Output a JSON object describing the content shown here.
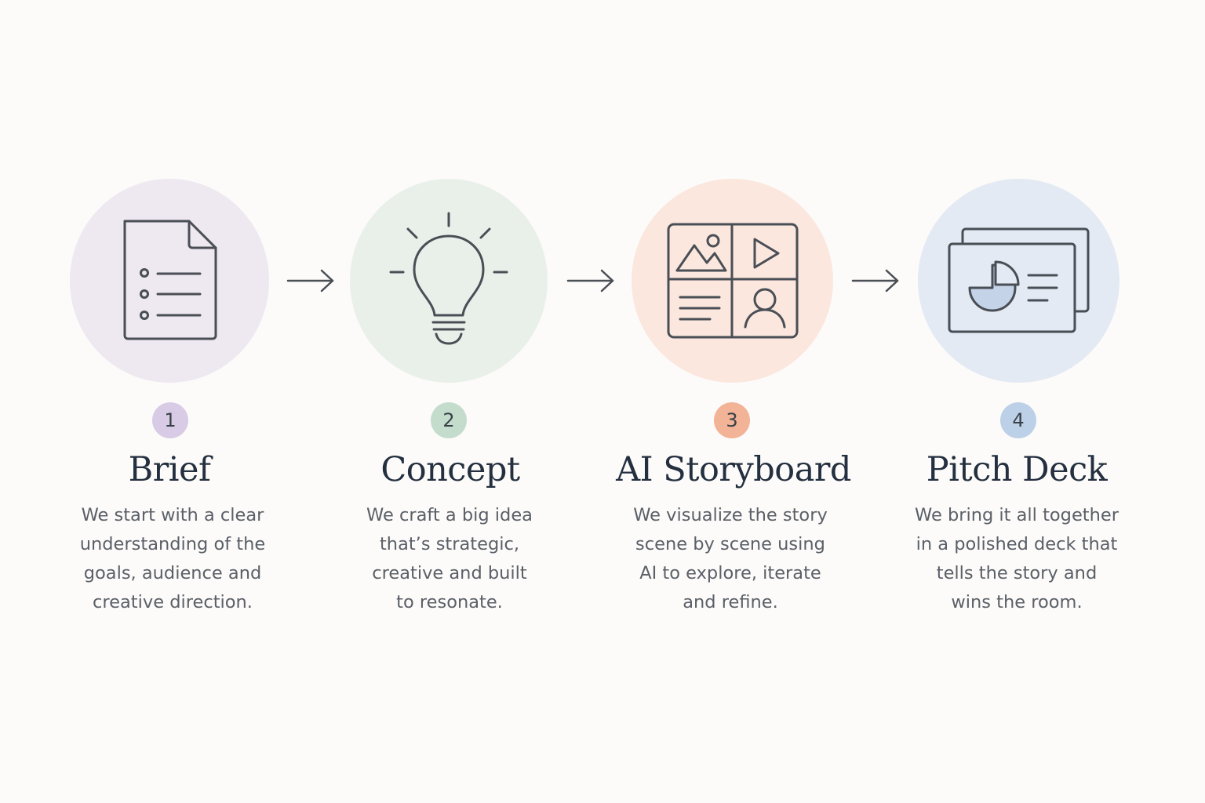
{
  "steps": [
    {
      "number": "1",
      "title": "Brief",
      "description_lines": [
        "We start with a clear",
        "understanding of the",
        "goals, audience and",
        "creative direction."
      ],
      "icon": "document-list-icon",
      "circle_color": "#eee8f1",
      "badge_color": "#d8cbe6"
    },
    {
      "number": "2",
      "title": "Concept",
      "description_lines": [
        "We craft a big idea",
        "that’s strategic,",
        "creative and built",
        "to resonate."
      ],
      "icon": "lightbulb-icon",
      "circle_color": "#e9f0ea",
      "badge_color": "#c3dccc"
    },
    {
      "number": "3",
      "title": "AI Storyboard",
      "description_lines": [
        "We visualize the story",
        "scene by scene using",
        "AI to explore, iterate",
        "and refine."
      ],
      "icon": "storyboard-grid-icon",
      "circle_color": "#fbe7de",
      "badge_color": "#f2b397"
    },
    {
      "number": "4",
      "title": "Pitch Deck",
      "description_lines": [
        "We bring it all together",
        "in a polished deck that",
        "tells the story and",
        "wins the room."
      ],
      "icon": "presentation-slides-icon",
      "circle_color": "#e3eaf3",
      "badge_color": "#bcd0e7"
    }
  ],
  "connectors": [
    "arrow-right-icon",
    "arrow-right-icon",
    "arrow-right-icon"
  ],
  "colors": {
    "background": "#fcfbf9",
    "icon_stroke": "#4a4e55",
    "title": "#243040",
    "body_text": "#5b6068"
  }
}
